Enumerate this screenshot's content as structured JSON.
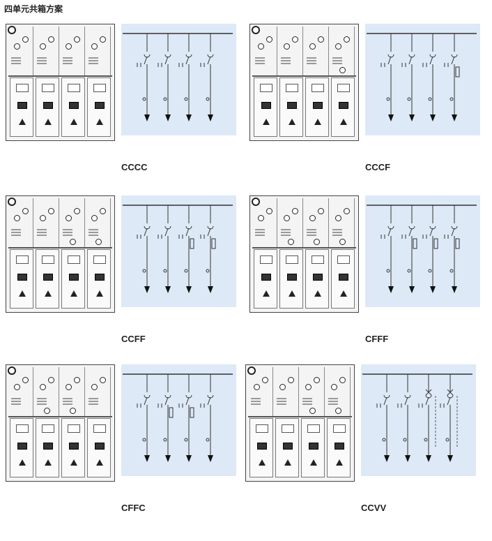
{
  "page": {
    "title": "四单元共箱方案"
  },
  "schemes": [
    {
      "code": "CCCC",
      "units": [
        "C",
        "C",
        "C",
        "C"
      ]
    },
    {
      "code": "CCCF",
      "units": [
        "C",
        "C",
        "C",
        "F"
      ]
    },
    {
      "code": "CCFF",
      "units": [
        "C",
        "C",
        "F",
        "F"
      ]
    },
    {
      "code": "CFFF",
      "units": [
        "C",
        "F",
        "F",
        "F"
      ]
    },
    {
      "code": "CFFC",
      "units": [
        "C",
        "F",
        "F",
        "C"
      ]
    },
    {
      "code": "CCVV",
      "units": [
        "C",
        "C",
        "V",
        "V"
      ]
    }
  ],
  "colors": {
    "diagram_bg": "#dde9f6",
    "line": "#222222"
  }
}
